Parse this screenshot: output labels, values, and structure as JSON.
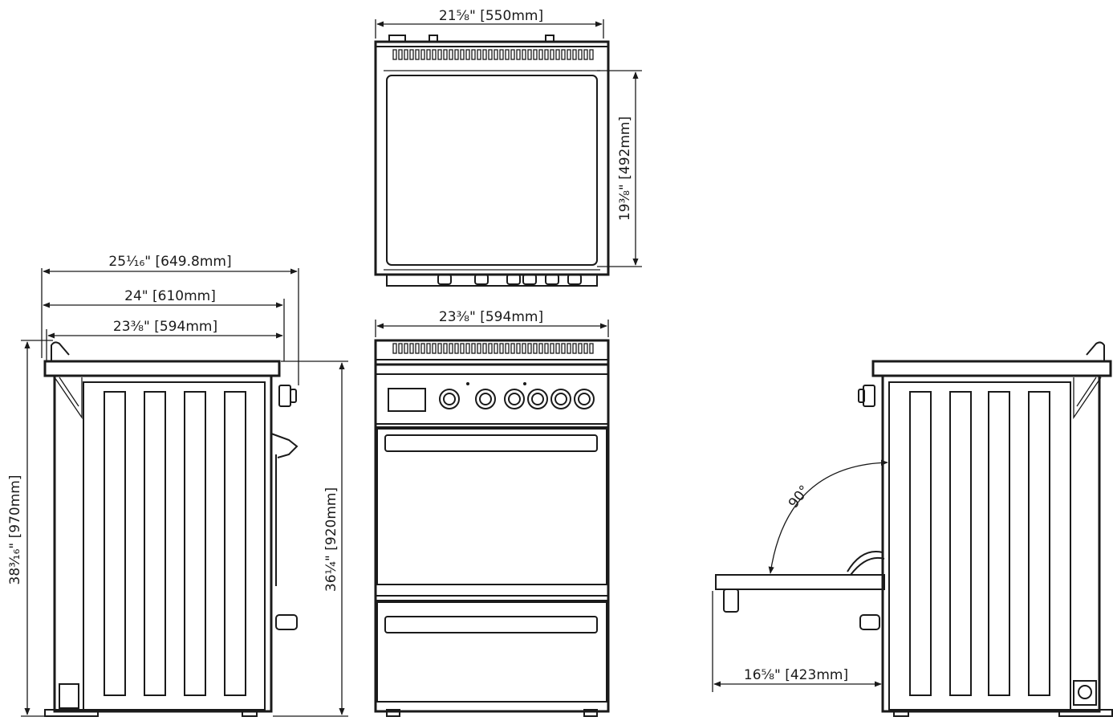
{
  "dimensions": {
    "top_width": "21⅝\" [550mm]",
    "top_depth": "19⅜\" [492mm]",
    "front_width": "23⅜\" [594mm]",
    "side_overall_depth": "25⅟₁₆\" [649.8mm]",
    "side_depth_24": "24\" [610mm]",
    "side_depth_23": "23⅜\" [594mm]",
    "overall_height": "38³⁄₁₆\" [970mm]",
    "body_height": "36¼\" [920mm]",
    "door_angle": "90°",
    "door_projection": "16⅝\" [423mm]"
  },
  "colors": {
    "line": "#1a1a1a",
    "background": "#ffffff"
  }
}
